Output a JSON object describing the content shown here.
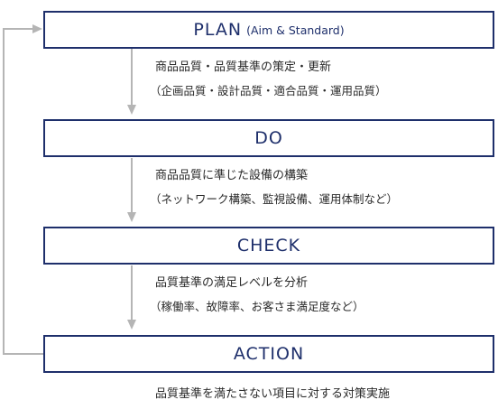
{
  "steps": [
    {
      "title": "PLAN",
      "subtitle": "(Aim & Standard)",
      "desc1": "商品品質・品質基準の策定・更新",
      "desc2": "（企画品質・設計品質・適合品質・運用品質）"
    },
    {
      "title": "DO",
      "subtitle": "",
      "desc1": "商品品質に準じた設備の構築",
      "desc2": "（ネットワーク構築、監視設備、運用体制など）"
    },
    {
      "title": "CHECK",
      "subtitle": "",
      "desc1": "品質基準の満足レベルを分析",
      "desc2": "（稼働率、故障率、お客さま満足度など）"
    },
    {
      "title": "ACTION",
      "subtitle": "",
      "desc1": "品質基準を満たさない項目に対する対策実施",
      "desc2": ""
    }
  ],
  "colors": {
    "box_border": "#1e2f6b",
    "arrow": "#b5b5b5"
  }
}
